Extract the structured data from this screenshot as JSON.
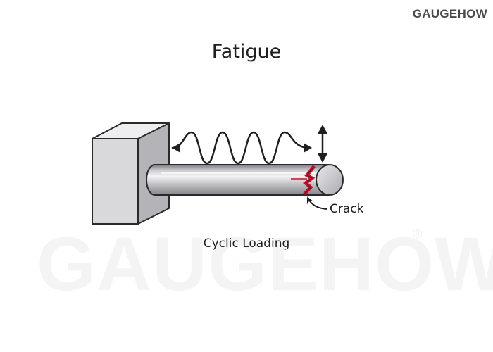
{
  "brand": {
    "logo_text": "GAUGEHOW",
    "watermark_text": "GAUGEHOW",
    "watermark_mark": "®"
  },
  "diagram": {
    "title": "Fatigue",
    "caption": "Cyclic Loading",
    "crack_label": "Crack",
    "colors": {
      "outline": "#2a2a2a",
      "block_front": "#d9d9dc",
      "block_top": "#eeeef0",
      "block_side": "#b4b4b8",
      "shaft_light": "#f2f2f4",
      "shaft_dark": "#8e8e94",
      "crack": "#c0152a"
    }
  }
}
